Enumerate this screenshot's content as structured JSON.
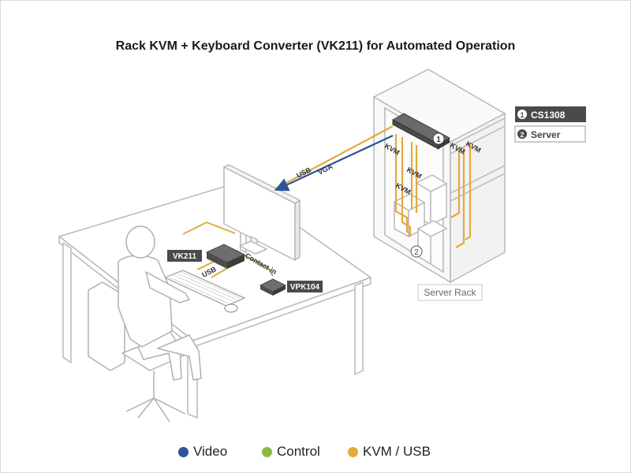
{
  "title": "Rack KVM + Keyboard Converter (VK211) for Automated Operation",
  "callouts": {
    "item1": {
      "number": "1",
      "label": "CS1308"
    },
    "item2": {
      "number": "2",
      "label": "Server"
    }
  },
  "labels": {
    "server_rack": "Server Rack",
    "vk211": "VK211",
    "vpk104": "VPK104",
    "usb_top": "USB",
    "vga": "VGA",
    "usb_desk": "USB",
    "contact_in": "Contact-in",
    "kvm": "KVM",
    "marker1": "1",
    "marker2": "2"
  },
  "legend": [
    {
      "label": "Video",
      "color": "#2a5597"
    },
    {
      "label": "Control",
      "color": "#8cb846"
    },
    {
      "label": "KVM / USB",
      "color": "#e5a93d"
    }
  ],
  "colors": {
    "video": "#2a5597",
    "control": "#8cb846",
    "kvm_usb": "#e5a93d",
    "outline": "#b8b8b8",
    "device": "#5a5a5a"
  }
}
